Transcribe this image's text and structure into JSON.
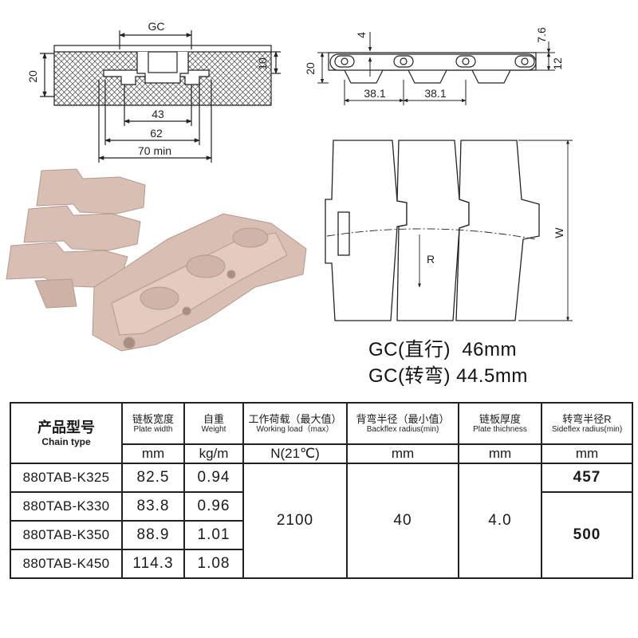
{
  "drawing": {
    "labels": {
      "gc": "GC",
      "d20_left": "20",
      "d10": "10",
      "d43": "43",
      "d62": "62",
      "d70": "70 min",
      "d4": "4",
      "d7_6": "7.6",
      "d20_side": "20",
      "d12": "12",
      "pitch_1": "38.1",
      "pitch_2": "38.1",
      "w": "W",
      "r": "R"
    },
    "gc_straight": "GC(直行)  46mm",
    "gc_turn": "GC(转弯) 44.5mm"
  },
  "table": {
    "headers": {
      "chain_type_zh": "产品型号",
      "chain_type_en": "Chain type",
      "plate_width_zh": "链板宽度",
      "plate_width_en": "Plate width",
      "weight_zh": "自重",
      "weight_en": "Weight",
      "working_load_zh": "工作荷载（最大值）",
      "working_load_en": "Working load（max）",
      "backflex_zh": "背弯半径（最小值）",
      "backflex_en": "Backflex radius(min)",
      "thickness_zh": "链板厚度",
      "thickness_en": "Plate thichness",
      "sideflex_zh": "转弯半径R",
      "sideflex_en": "Sideflex radius(min)"
    },
    "units": {
      "plate_width": "mm",
      "weight": "kg/m",
      "working_load": "N(21℃)",
      "backflex": "mm",
      "thickness": "mm",
      "sideflex": "mm"
    },
    "rows": [
      {
        "model": "880TAB-K325",
        "plate_width": "82.5",
        "weight": "0.94"
      },
      {
        "model": "880TAB-K330",
        "plate_width": "83.8",
        "weight": "0.96"
      },
      {
        "model": "880TAB-K350",
        "plate_width": "88.9",
        "weight": "1.01"
      },
      {
        "model": "880TAB-K450",
        "plate_width": "114.3",
        "weight": "1.08"
      }
    ],
    "working_load": "2100",
    "backflex": "40",
    "thickness": "4.0",
    "sideflex_1": "457",
    "sideflex_2": "500"
  }
}
